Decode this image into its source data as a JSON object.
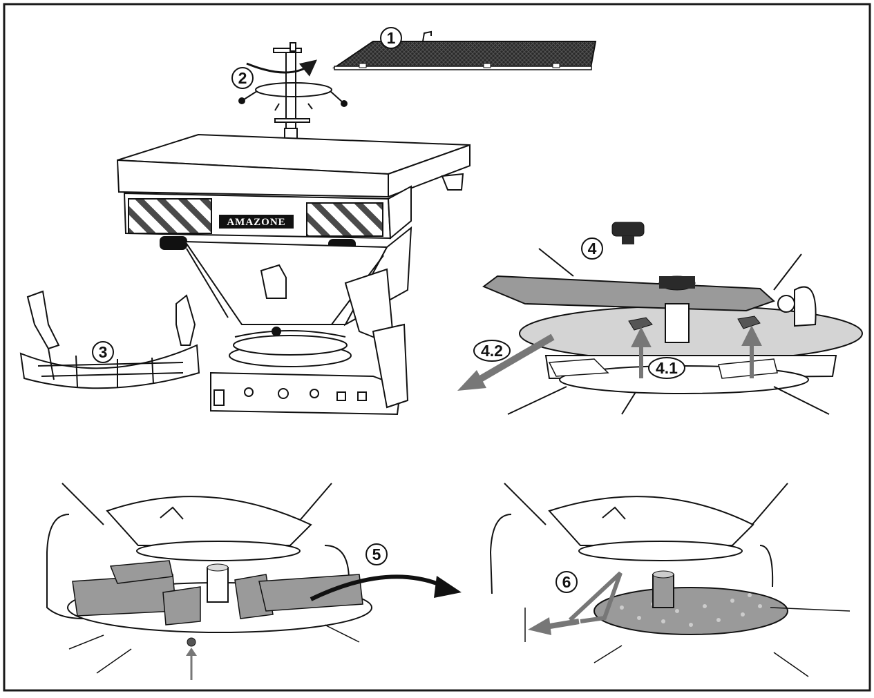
{
  "brand_text": "AMAZONE",
  "colors": {
    "line": "#1a1a1a",
    "grey_part": "#9a9a9a",
    "light_disc": "#d4d4d4",
    "arrow_grey": "#777777",
    "screen_dark": "#2a2a2a",
    "background": "#ffffff"
  },
  "callouts": [
    {
      "id": "1",
      "text": "1"
    },
    {
      "id": "2",
      "text": "2"
    },
    {
      "id": "3",
      "text": "3"
    },
    {
      "id": "4",
      "text": "4"
    },
    {
      "id": "4.1",
      "text": "4.1"
    },
    {
      "id": "4.2",
      "text": "4.2"
    },
    {
      "id": "5",
      "text": "5"
    },
    {
      "id": "6",
      "text": "6"
    }
  ]
}
